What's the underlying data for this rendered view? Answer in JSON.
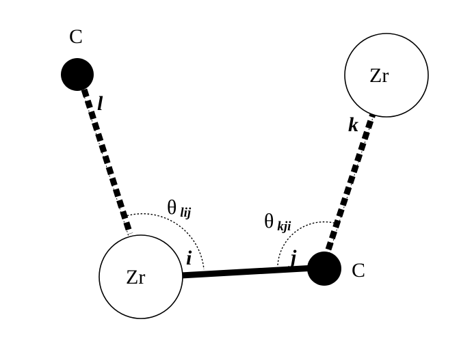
{
  "diagram": {
    "atoms": {
      "c_top_left": {
        "label": "C",
        "style": "filled"
      },
      "zr_top_right": {
        "label": "Zr",
        "style": "open"
      },
      "zr_i": {
        "label": "Zr",
        "style": "open"
      },
      "c_j": {
        "label": "C",
        "style": "filled"
      }
    },
    "bond_labels": {
      "l": "l",
      "k": "k",
      "i": "i",
      "j": "j"
    },
    "angles": {
      "lij": {
        "symbol": "θ",
        "subscript": "lij"
      },
      "kji": {
        "symbol": "θ",
        "subscript": "kji"
      }
    },
    "colors": {
      "ink": "#000000",
      "atom_open_fill": "#ffffff",
      "atom_filled": "#000000",
      "background": "#ffffff"
    }
  }
}
